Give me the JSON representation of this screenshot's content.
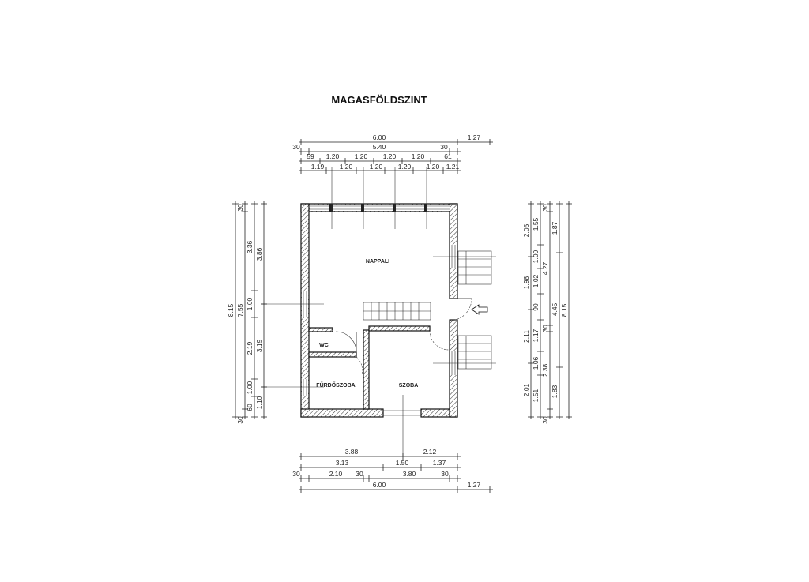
{
  "title": "MAGASFÖLDSZINT",
  "rooms": {
    "living": "NAPPALI",
    "wc": "WC",
    "bath": "FÜRDŐSZOBA",
    "room": "SZOBA"
  },
  "top_dims": {
    "row1": [
      "6.00",
      "1.27"
    ],
    "row2": [
      "30",
      "5.40",
      "30"
    ],
    "row3": [
      "59",
      "1.20",
      "1.20",
      "1.20",
      "1.20",
      "61"
    ],
    "row4": [
      "1.19",
      "1.20",
      "1.20",
      "1.20",
      "1.20",
      "1.21"
    ]
  },
  "bottom_dims": {
    "row1": [
      "3.88",
      "2.12"
    ],
    "row2": [
      "3.13",
      "1.50",
      "1.37"
    ],
    "row3": [
      "30",
      "2.10",
      "30",
      "3.80",
      "30"
    ],
    "row4": [
      "6.00",
      "1.27"
    ]
  },
  "left_dims": {
    "col1": [
      "8.15"
    ],
    "col2": [
      "30",
      "7.55",
      "30"
    ],
    "col3": [
      "3.36",
      "1.00",
      "2.19",
      "1.00",
      "60"
    ],
    "col4": [
      "3.86",
      "3.19",
      "1.10"
    ]
  },
  "right_dims": {
    "col1": [
      "2.05",
      "1.98",
      "2.11",
      "2.01"
    ],
    "col2": [
      "1.55",
      "1.00",
      "1.02",
      "90",
      "1.17",
      "1.06",
      "1.51"
    ],
    "col3": [
      "30",
      "4.27",
      "30",
      "2.38",
      "30"
    ],
    "col4": [
      "1.87",
      "4.45",
      "1.83"
    ],
    "col5": [
      "8.15"
    ]
  }
}
